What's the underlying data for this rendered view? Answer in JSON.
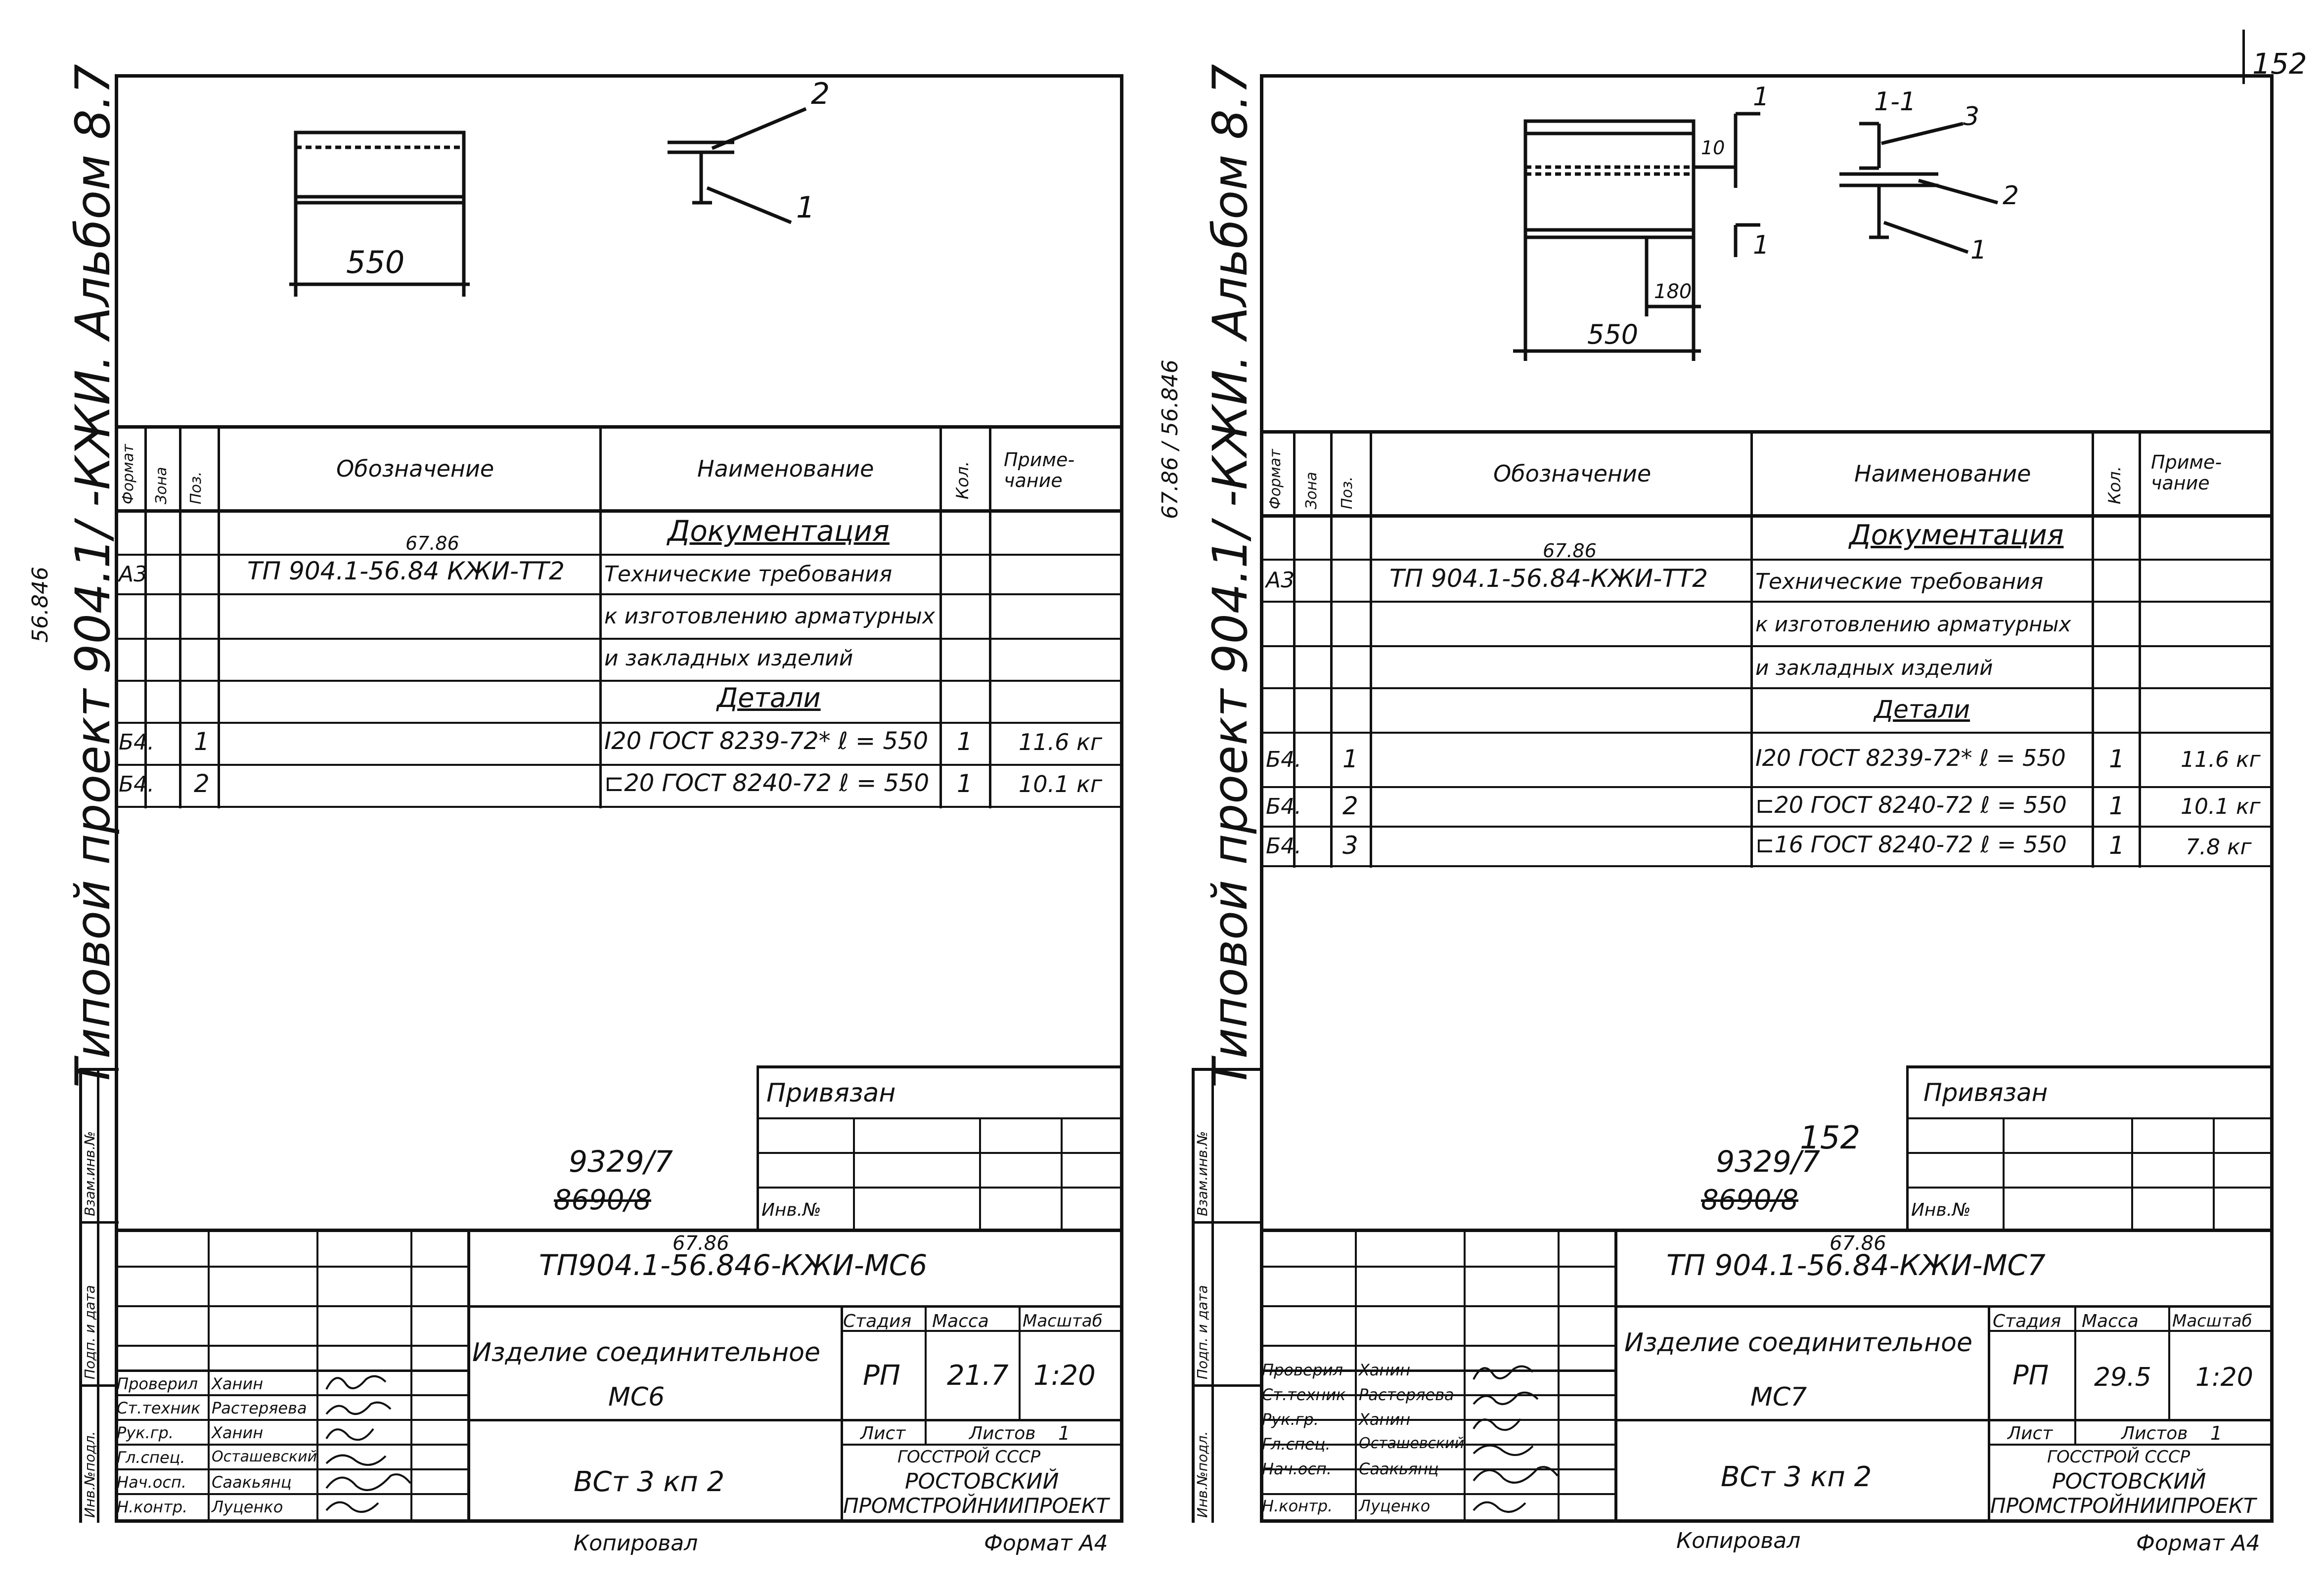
{
  "page_number": "152",
  "common": {
    "col_headers": {
      "format": "Формат",
      "zone": "Зона",
      "pos": "Поз.",
      "designation": "Обозначение",
      "name": "Наименование",
      "qty": "Кол.",
      "note": "Приме-чание"
    },
    "stamp_labels": {
      "proverih": "Проверил",
      "sttekhnik": "Ст.техник",
      "ruk": "Рук.гр.",
      "spec": "Гл.спец.",
      "nach": "Нач.осп.",
      "kontr": "Н.контр.",
      "stadiya": "Стадия",
      "massa": "Масса",
      "masshtab": "Масштаб",
      "list": "Лист",
      "listov": "Листов",
      "org1": "ГОССТРОЙ СССР",
      "org2": "РОСТОВСКИЙ",
      "org3": "ПРОМСТРОЙНИИПРОЕКТ",
      "privyazan": "Привязан",
      "inv": "Инв.№",
      "kopiroval": "Копировал",
      "format": "Формат А4"
    },
    "stamp_names": [
      "Ханин",
      "Растеряева",
      "Ханин",
      "Осташевский",
      "Саакьянц",
      "Луценко"
    ],
    "side_stamp": [
      "Инв.№подл.",
      "Подп. и дата",
      "Взам.инв.№"
    ]
  },
  "sheets": [
    {
      "album_title": "Типовой проект 904.1/ -КЖИ. Альбом 8.7",
      "album_note": "56.846",
      "dim_width": "550",
      "leaders": [
        "2",
        "1"
      ],
      "section_doc": "Документация",
      "section_det": "Детали",
      "rows": [
        {
          "format": "А3",
          "pos": "",
          "designation": "ТП 904.1-56.84 КЖИ-ТТ2",
          "designation_note": "67.86",
          "name": "Технические требования",
          "qty": "",
          "note": ""
        },
        {
          "format": "",
          "pos": "",
          "designation": "",
          "name": "к изготовлению арматурных",
          "qty": "",
          "note": ""
        },
        {
          "format": "",
          "pos": "",
          "designation": "",
          "name": "и закладных изделий",
          "qty": "",
          "note": ""
        },
        {
          "format": "Б4.",
          "pos": "1",
          "designation": "",
          "name": "I20 ГОСТ 8239-72* ℓ = 550",
          "qty": "1",
          "note": "11.6 кг"
        },
        {
          "format": "Б4.",
          "pos": "2",
          "designation": "",
          "name": "⊏20 ГОСТ 8240-72 ℓ = 550",
          "qty": "1",
          "note": "10.1 кг"
        }
      ],
      "inv_number": "9329/7",
      "inv_old": "8690/8",
      "doc_code": "ТП904.1-56.846-КЖИ-МС6",
      "doc_code_note": "67.86",
      "product": "Изделие соединительное",
      "product_code": "МС6",
      "steel": "ВСт 3 кп 2",
      "stadiya": "РП",
      "massa": "21.7",
      "masshtab": "1:20",
      "listov": "1"
    },
    {
      "album_title": "Типовой проект 904.1/ -КЖИ. Альбом 8.7",
      "album_note": "67.86 / 56.846",
      "dim_width": "550",
      "dim_small": "180",
      "dim_ten": "10",
      "section_mark": "1-1",
      "cut_mark": "1",
      "leaders": [
        "3",
        "2",
        "1"
      ],
      "section_doc": "Документация",
      "section_det": "Детали",
      "rows": [
        {
          "format": "А3",
          "pos": "",
          "designation": "ТП 904.1-56.84-КЖИ-ТТ2",
          "designation_note": "67.86",
          "name": "Технические требования",
          "qty": "",
          "note": ""
        },
        {
          "format": "",
          "pos": "",
          "designation": "",
          "name": "к изготовлению арматурных",
          "qty": "",
          "note": ""
        },
        {
          "format": "",
          "pos": "",
          "designation": "",
          "name": "и закладных изделий",
          "qty": "",
          "note": ""
        },
        {
          "format": "Б4.",
          "pos": "1",
          "designation": "",
          "name": "I20 ГОСТ 8239-72* ℓ = 550",
          "qty": "1",
          "note": "11.6 кг"
        },
        {
          "format": "Б4.",
          "pos": "2",
          "designation": "",
          "name": "⊏20 ГОСТ 8240-72 ℓ = 550",
          "qty": "1",
          "note": "10.1 кг"
        },
        {
          "format": "Б4.",
          "pos": "3",
          "designation": "",
          "name": "⊏16 ГОСТ 8240-72 ℓ = 550",
          "qty": "1",
          "note": "7.8 кг"
        }
      ],
      "inv_number": "9329/7",
      "inv_extra": "152",
      "inv_old": "8690/8",
      "doc_code": "ТП 904.1-56.84-КЖИ-МС7",
      "doc_code_note": "67.86",
      "product": "Изделие соединительное",
      "product_code": "МС7",
      "steel": "ВСт 3 кп 2",
      "stadiya": "РП",
      "massa": "29.5",
      "masshtab": "1:20",
      "listov": "1"
    }
  ]
}
